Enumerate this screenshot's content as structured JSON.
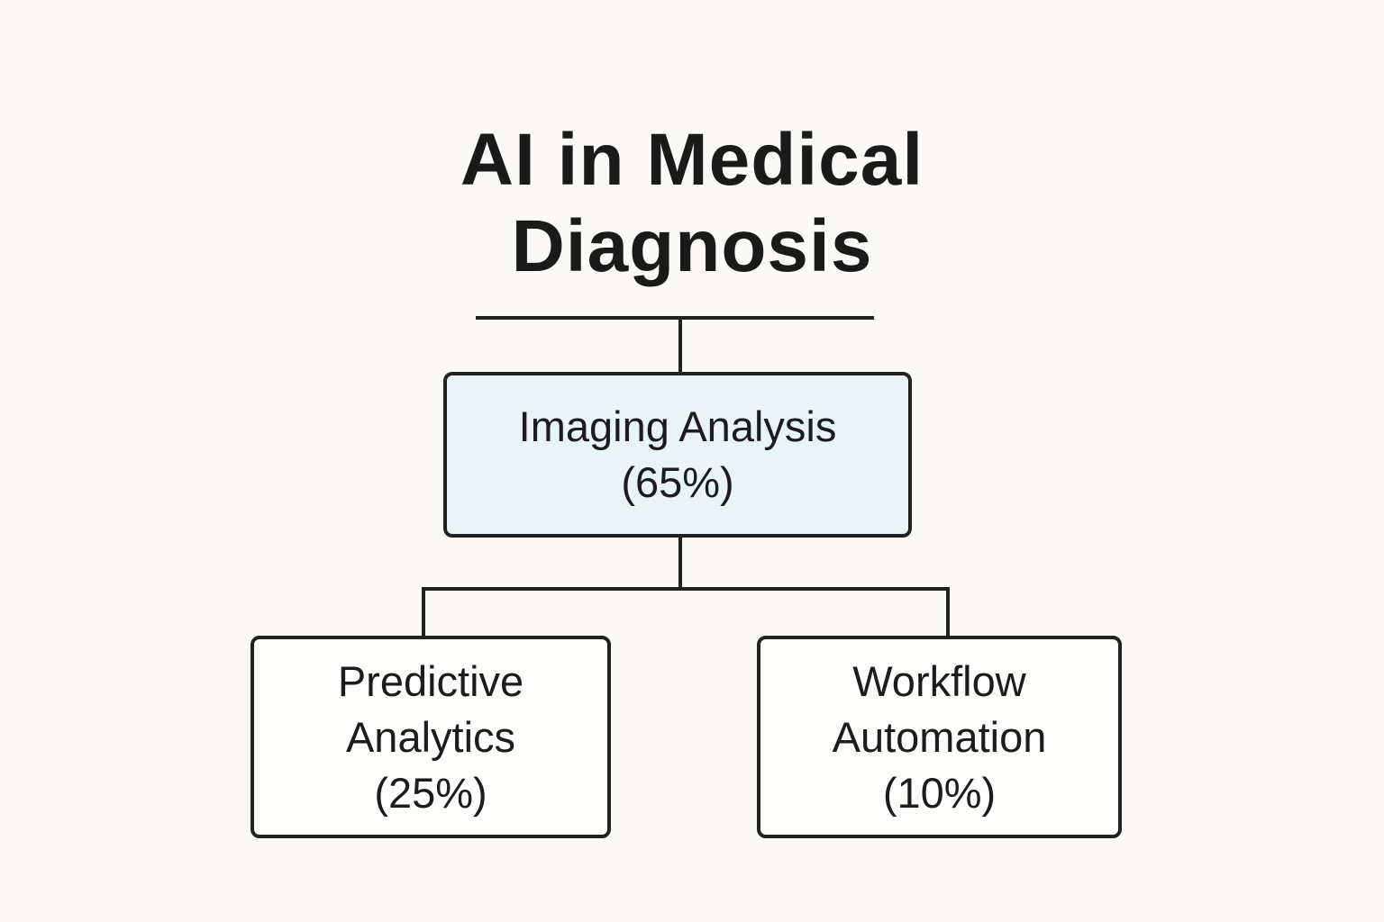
{
  "diagram": {
    "title": "AI in Medical\nDiagnosis",
    "root": {
      "label": "Imaging Analysis",
      "value": "(65%)",
      "percent": 65,
      "fill": "#e9f4f6"
    },
    "children": [
      {
        "label": "Predictive\nAnalytics",
        "value": "(25%)",
        "percent": 25
      },
      {
        "label": "Workflow\nAutomation",
        "value": "(10%)",
        "percent": 10
      }
    ]
  }
}
